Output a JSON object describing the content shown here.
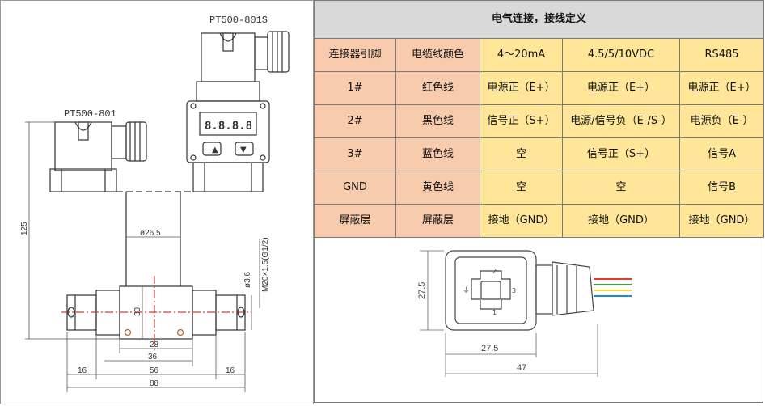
{
  "drawing": {
    "model_left": "PT500-801",
    "model_right": "PT500-801S",
    "display_digits": "8.8.8.8",
    "dims": {
      "height_125": "125",
      "pipe_dia": "ø26.5",
      "port_dia": "ø3.6",
      "thread": "M20×1.5(G1/2)",
      "body_30": "30",
      "w28": "28",
      "w36": "36",
      "w56": "56",
      "w16_left": "16",
      "w16_right": "16",
      "w88": "88"
    }
  },
  "table": {
    "title": "电气连接，接线定义",
    "headers": [
      "连接器引脚",
      "电缆线颜色",
      "4～20mA",
      "4.5/5/10VDC",
      "RS485"
    ],
    "rows": [
      [
        "1#",
        "红色线",
        "电源正（E+）",
        "电源正（E+）",
        "电源正（E+）"
      ],
      [
        "2#",
        "黑色线",
        "信号正（S+）",
        "电源/信号负（E-/S-）",
        "电源负（E-）"
      ],
      [
        "3#",
        "蓝色线",
        "空",
        "信号正（S+）",
        "信号A"
      ],
      [
        "GND",
        "黄色线",
        "空",
        "空",
        "信号B"
      ],
      [
        "屏蔽层",
        "屏蔽层",
        "接地（GND）",
        "接地（GND）",
        "接地（GND）"
      ]
    ]
  },
  "connector": {
    "dim_h": "27.5",
    "dim_w": "27.5",
    "dim_total": "47",
    "pin1": "1",
    "pin2": "2",
    "pin3": "3"
  },
  "colors": {
    "header_bg": "#d9d9d9",
    "pink": "#f8cbad",
    "yellow": "#ffe699",
    "wire_red": "#e53935",
    "wire_green": "#43a047",
    "wire_yellow": "#fdd835",
    "wire_blue": "#1e88e5"
  }
}
